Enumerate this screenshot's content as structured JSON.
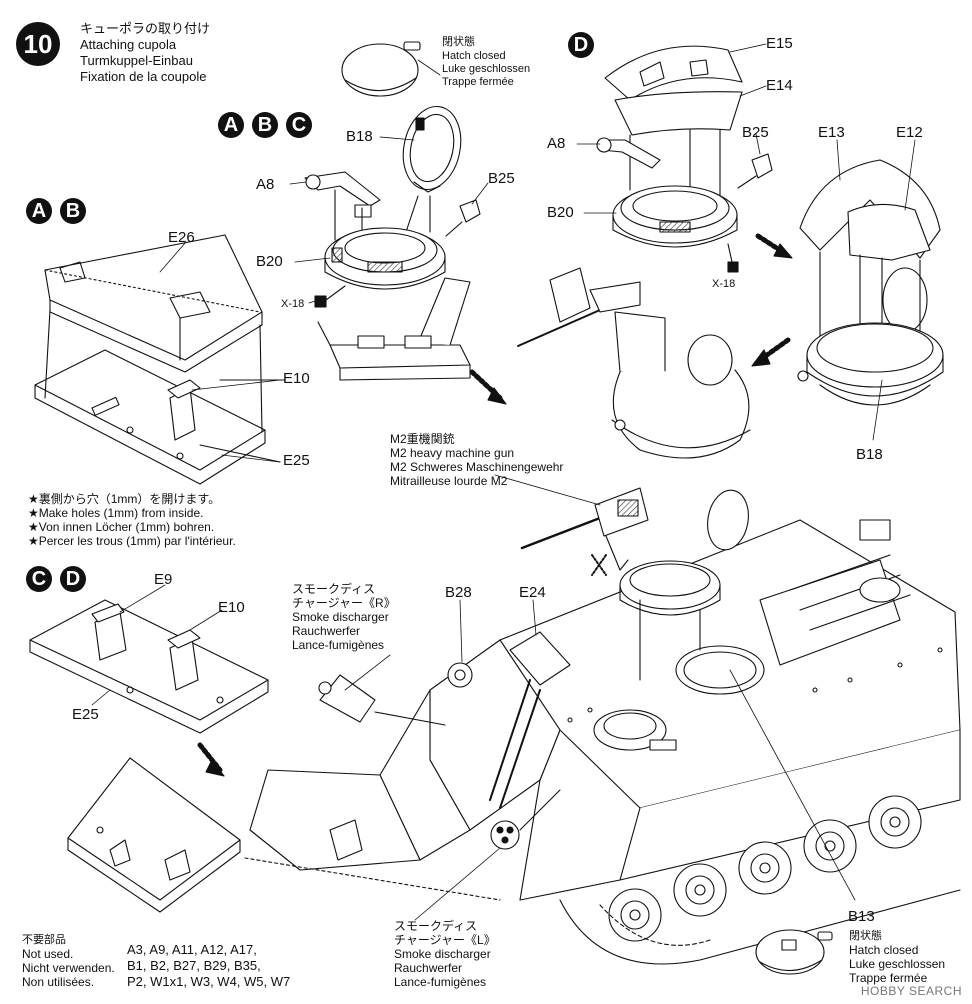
{
  "step": {
    "number": "10",
    "title_jp": "キューポラの取り付け",
    "title_en": "Attaching cupola",
    "title_de": "Turmkuppel-Einbau",
    "title_fr": "Fixation de la coupole"
  },
  "hatch_closed_top": {
    "jp": "閉状態",
    "en": "Hatch closed",
    "de": "Luke geschlossen",
    "fr": "Trappe fermée"
  },
  "hatch_closed_bottom": {
    "jp": "閉状態",
    "en": "Hatch closed",
    "de": "Luke geschlossen",
    "fr": "Trappe fermée"
  },
  "variants": {
    "abc": [
      "A",
      "B",
      "C"
    ],
    "ab": [
      "A",
      "B"
    ],
    "cd": [
      "C",
      "D"
    ],
    "d": [
      "D"
    ]
  },
  "parts": {
    "b18_a": "B18",
    "a8_a": "A8",
    "b25_a": "B25",
    "b20_a": "B20",
    "x18_a": "X-18",
    "e26": "E26",
    "e10_a": "E10",
    "e25_a": "E25",
    "e15": "E15",
    "e14": "E14",
    "a8_d": "A8",
    "b25_d": "B25",
    "b20_d": "B20",
    "x18_d": "X-18",
    "e13": "E13",
    "e12": "E12",
    "b18_d": "B18",
    "e9": "E9",
    "e10_cd": "E10",
    "e25_cd": "E25",
    "b28": "B28",
    "e24": "E24",
    "b13": "B13"
  },
  "holes_note": {
    "jp": "★裏側から穴（1mm）を開けます。",
    "en": "★Make holes (1mm) from inside.",
    "de": "★Von innen Löcher (1mm) bohren.",
    "fr": "★Percer les trous (1mm) par l'intérieur."
  },
  "m2_gun": {
    "jp": "M2重機関銃",
    "en": "M2 heavy machine gun",
    "de": "M2 Schweres Maschinengewehr",
    "fr": "Mitrailleuse lourde M2"
  },
  "smoke_r": {
    "jp1": "スモークディス",
    "jp2": "チャージャー《R》",
    "en": "Smoke discharger",
    "de": "Rauchwerfer",
    "fr": "Lance-fumigènes"
  },
  "smoke_l": {
    "jp1": "スモークディス",
    "jp2": "チャージャー《L》",
    "en": "Smoke discharger",
    "de": "Rauchwerfer",
    "fr": "Lance-fumigènes"
  },
  "not_used": {
    "jp": "不要部品",
    "en": "Not used.",
    "de": "Nicht verwenden.",
    "fr": "Non utilisées.",
    "parts_1": "A3, A9, A11, A12, A17,",
    "parts_2": "B1, B2, B27, B29, B35,",
    "parts_3": "P2, W1x1, W3, W4, W5, W7"
  },
  "watermark": "HOBBY SEARCH"
}
